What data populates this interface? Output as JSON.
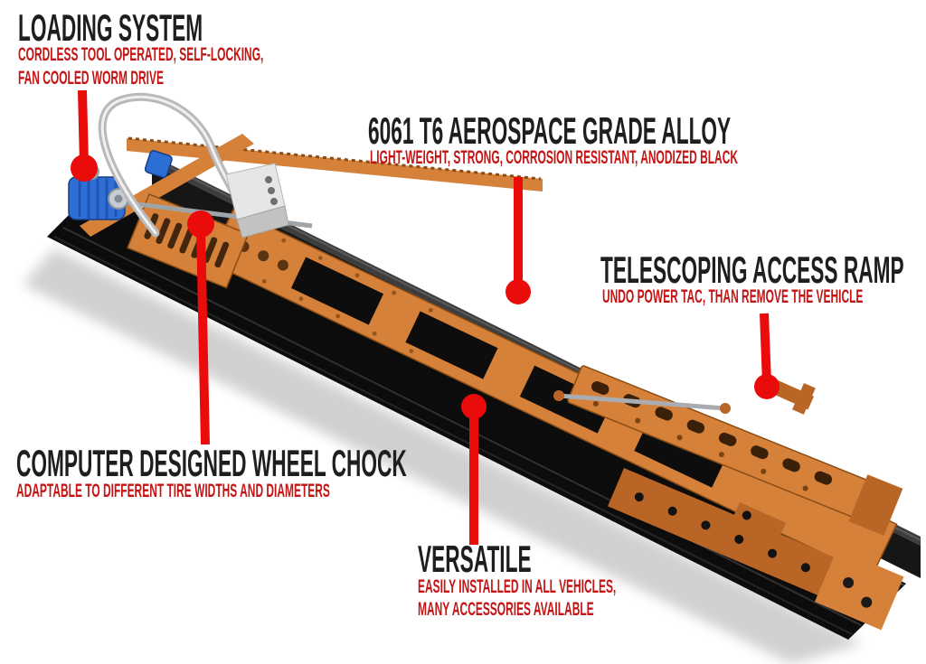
{
  "colors": {
    "ink": "#1e1e1e",
    "red_text": "#c41414",
    "red_line": "#ea0b0b",
    "orange": "#d5813a",
    "orange_dark": "#b86526",
    "blue": "#2e6fd6",
    "blue_dark": "#1d4fa8",
    "rail_black": "#161616",
    "silver": "#d9d9d9"
  },
  "callouts": [
    {
      "id": "loading-system",
      "title": "LOADING SYSTEM",
      "lines": [
        "CORDLESS TOOL OPERATED, SELF-LOCKING,",
        "FAN COOLED WORM DRIVE"
      ]
    },
    {
      "id": "alloy",
      "title": "6061 T6 AEROSPACE GRADE ALLOY",
      "lines": [
        "LIGHT-WEIGHT, STRONG, CORROSION RESISTANT, ANODIZED BLACK"
      ]
    },
    {
      "id": "telescoping-ramp",
      "title": "TELESCOPING ACCESS RAMP",
      "lines": [
        "UNDO POWER TAC, THAN REMOVE THE VEHICLE"
      ]
    },
    {
      "id": "wheel-chock",
      "title": "COMPUTER DESIGNED WHEEL CHOCK",
      "lines": [
        "ADAPTABLE TO DIFFERENT TIRE WIDTHS AND DIAMETERS"
      ]
    },
    {
      "id": "versatile",
      "title": "VERSATILE",
      "lines": [
        "EASILY INSTALLED IN ALL VEHICLES,",
        "MANY ACCESSORIES AVAILABLE"
      ]
    }
  ],
  "illustration": {
    "name": "motorcycle-loading-rail-render",
    "parts": [
      "loading winch motor",
      "wheel chock hoop",
      "chock plate",
      "aluminum rail",
      "orange ladder frame",
      "telescoping ramp"
    ]
  }
}
